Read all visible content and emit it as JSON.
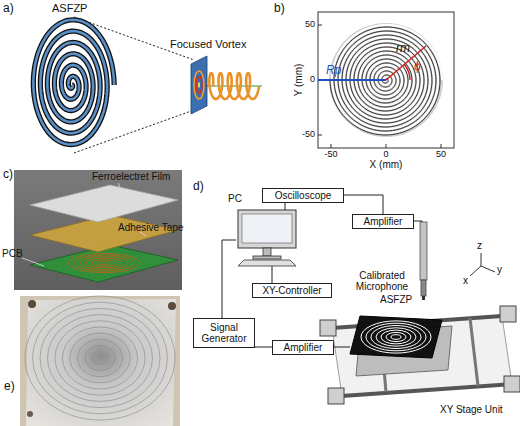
{
  "diagram": {
    "nodes": [
      {
        "text": [
          "Oscilloscope"
        ]
      },
      {
        "text": [
          "PC"
        ]
      },
      {
        "text": [
          "Amplifier"
        ]
      },
      {
        "text": [
          "Calibrated Microphone"
        ]
      },
      {
        "text": [
          "XY-Controller"
        ]
      },
      {
        "text": [
          "Signal Generator"
        ]
      },
      {
        "text": [
          "Amplifier"
        ]
      },
      {
        "text": [
          "XY Stage Unit"
        ]
      },
      {
        "text": [
          "ASFZP"
        ],
        "in": 7
      }
    ],
    "edges": [
      {
        "from": 0,
        "to": 1,
        "arrow": "none"
      },
      {
        "from": 0,
        "to": 2,
        "arrow": "none"
      },
      {
        "from": 2,
        "to": 3,
        "arrow": "none"
      },
      {
        "from": 1,
        "to": 4,
        "arrow": "none"
      },
      {
        "from": 1,
        "to": 5,
        "arrow": "none"
      },
      {
        "from": 5,
        "to": 6,
        "arrow": "none"
      },
      {
        "from": 6,
        "to": 8,
        "arrow": "none"
      }
    ],
    "labels": [
      "a)",
      "ASFZP",
      "Focused Vortex",
      "b)",
      "Y (mm)",
      "50",
      "0",
      "-50",
      "-50",
      "0",
      "50",
      "X (mm)",
      "Rp",
      "rm",
      "ϕ",
      "c)",
      "Ferroelectret Film",
      "Adhesive Tape",
      "PCB",
      "d)",
      "z",
      "x",
      "y",
      "e)"
    ]
  }
}
